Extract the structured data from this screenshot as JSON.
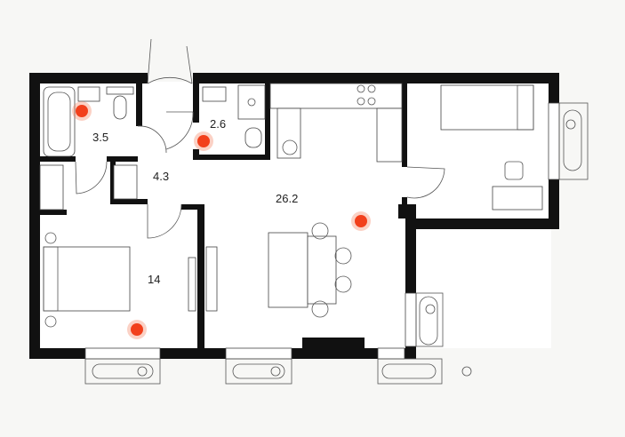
{
  "rooms": [
    {
      "id": "bathroom",
      "area": "3.5"
    },
    {
      "id": "wc",
      "area": "2.6"
    },
    {
      "id": "hall",
      "area": "4.3"
    },
    {
      "id": "kitchen-living",
      "area": "26.2"
    },
    {
      "id": "bedroom",
      "area": "14"
    }
  ],
  "markers": [
    {
      "id": "marker-bathroom",
      "room": "bathroom"
    },
    {
      "id": "marker-wc",
      "room": "wc"
    },
    {
      "id": "marker-living",
      "room": "kitchen-living"
    },
    {
      "id": "marker-bedroom",
      "room": "bedroom"
    }
  ],
  "colors": {
    "wall": "#111111",
    "background": "#f7f7f5",
    "marker": "#f2401c",
    "marker_halo": "#f47a5a"
  }
}
